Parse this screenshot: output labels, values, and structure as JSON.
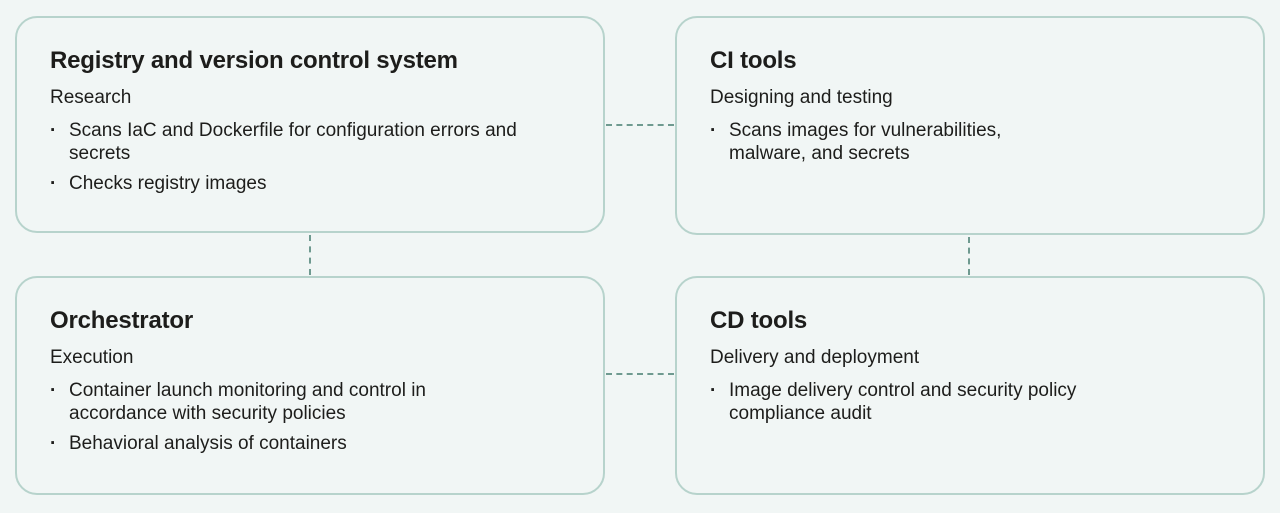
{
  "cards": {
    "registry": {
      "title": "Registry and version control system",
      "subtitle": "Research",
      "items": [
        "Scans IaC and Dockerfile for configuration errors and secrets",
        "Checks registry images"
      ]
    },
    "ci": {
      "title": "CI tools",
      "subtitle": "Designing and testing",
      "items": [
        "Scans images for vulnerabilities, malware, and secrets"
      ]
    },
    "orchestrator": {
      "title": "Orchestrator",
      "subtitle": "Execution",
      "items": [
        "Container launch monitoring and control in accordance with security policies",
        "Behavioral analysis of containers"
      ]
    },
    "cd": {
      "title": "CD tools",
      "subtitle": "Delivery and deployment",
      "items": [
        "Image delivery control and security policy compliance audit"
      ]
    }
  },
  "colors": {
    "background": "#f1f6f5",
    "card_border": "#b7d3cc",
    "connector": "#6f9a90",
    "text": "#1d1d1b"
  }
}
